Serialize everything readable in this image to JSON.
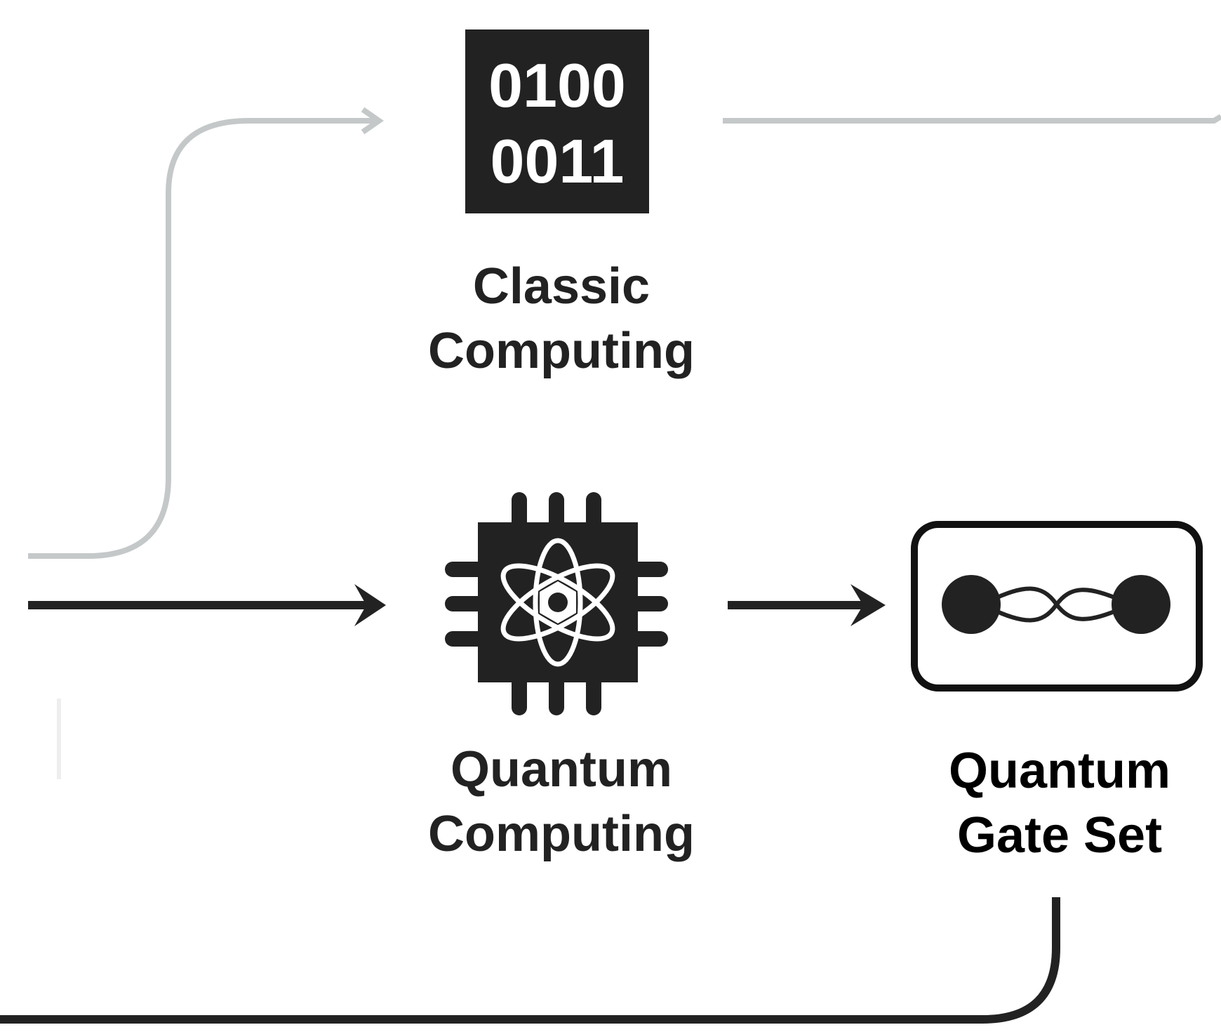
{
  "nodes": {
    "classic": {
      "icon": "binary-code-icon",
      "bits_line1": "0100",
      "bits_line2": "0011",
      "label_line1": "Classic",
      "label_line2": "Computing"
    },
    "quantum": {
      "icon": "quantum-chip-atom-icon",
      "label_line1": "Quantum",
      "label_line2": "Computing"
    },
    "gate_set": {
      "icon": "entangled-qubits-icon",
      "label_line1": "Quantum",
      "label_line2": "Gate Set"
    }
  },
  "colors": {
    "primary": "#222222",
    "muted_connector": "#c5c8c9",
    "background": "#ffffff"
  }
}
